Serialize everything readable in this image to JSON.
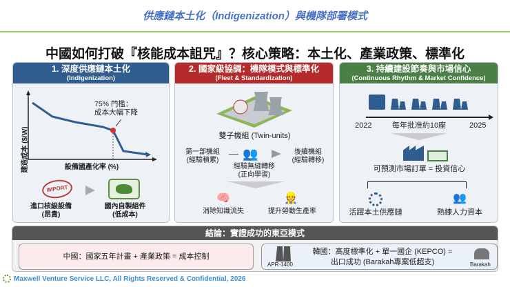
{
  "title": "供應鏈本土化（Indigenization）與機隊部署模式",
  "headline": "中國如何打破『核能成本詛咒』？核心策略：本土化、產業政策、標準化",
  "colors": {
    "title": "#4a72c4",
    "rule": "#9acd5a",
    "panel1": "#2f5d8f",
    "panel2": "#b52b2b",
    "panel3": "#4a7f45",
    "conclusion": "#555555"
  },
  "panel1": {
    "title": "1. 深度供應鏈本土化",
    "subtitle": "(Indigenization)",
    "chart": {
      "ylabel": "建造成本 ($/W)",
      "xlabel": "設備國產化率 (%)",
      "annotation": "75% 門檻：\n成本大幅下降"
    },
    "import_stamp": "IMPORT",
    "from_label": "進口核級設備",
    "from_sub": "(昂貴)",
    "to_label": "國內自製組件",
    "to_sub": "(低成本)"
  },
  "panel2": {
    "title": "2. 國家級協調：機隊模式與標準化",
    "subtitle": "(Fleet & Standardization)",
    "twin": "雙子機組 (Twin-units)",
    "first": "第一部機組",
    "first_sub": "(經驗積累)",
    "transfer": "經驗無縫轉移",
    "transfer_sub": "(正向學習)",
    "next": "後續機組",
    "next_sub": "(經驗轉移)",
    "out1": "消除知識流失",
    "out2": "提升勞動生產率"
  },
  "panel3": {
    "title": "3. 持續建設節奏與市場信心",
    "subtitle": "(Continuous Rhythm & Market Confidence)",
    "year_start": "2022",
    "year_end": "2025",
    "rate": "每年批准約10座",
    "equation": "可預測市場訂單 = 投資信心",
    "out1": "活躍本土供應鏈",
    "out2": "熟練人力資本"
  },
  "conclusion": {
    "title": "結論：實證成功的東亞模式",
    "china": "中國：國家五年計畫 + 產業政策 = 成本控制",
    "korea_line1": "韓國：高度標準化 + 單一國企 (KEPCO) =",
    "korea_line2": "出口成功 (Barakah專案低超支)",
    "korea_left_caption": "APR-1400",
    "korea_right_caption": "Barakah"
  },
  "footer": "Maxwell Venture Service LLC, All Rights Reserved & Confidential, 2026"
}
